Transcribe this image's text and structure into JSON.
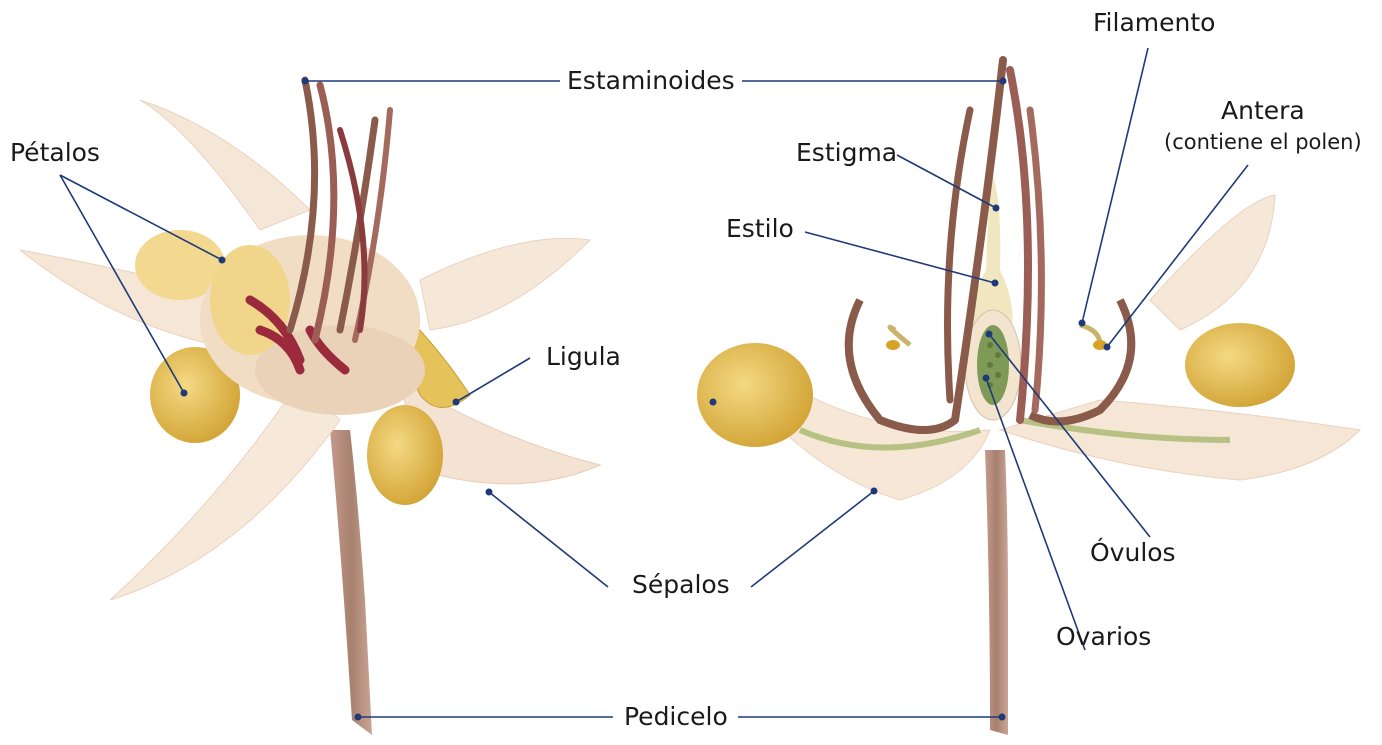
{
  "labels": {
    "estaminoides": "Estaminoides",
    "filamento": "Filamento",
    "antera": "Antera",
    "antera_note": "(contiene el polen)",
    "petalos": "Pétalos",
    "estigma": "Estigma",
    "estilo": "Estilo",
    "ligula": "Ligula",
    "ovulos": "Óvulos",
    "sepalos": "Sépalos",
    "ovarios": "Ovarios",
    "pedicelo": "Pedicelo"
  },
  "colors": {
    "leader_line": "#1f3a78",
    "petal_cream": "#f6e8d6",
    "petal_yellow": "#e2b94a",
    "staminode": "#8a5a4a",
    "crimson": "#9b2a3c",
    "stem": "#b08a7a",
    "ovary_green": "#6e8a4a"
  }
}
